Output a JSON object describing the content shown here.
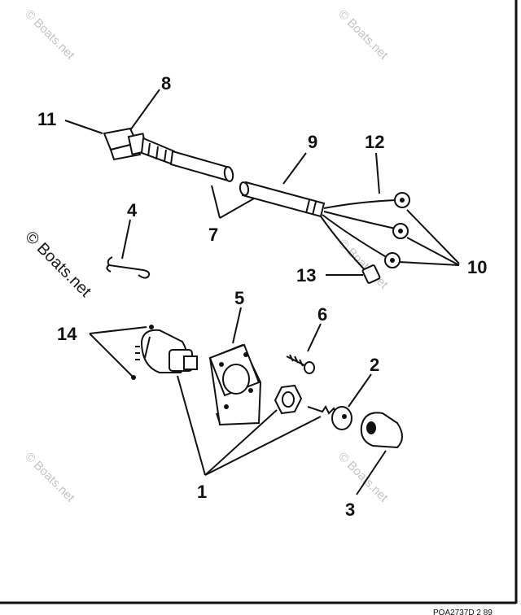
{
  "callouts": {
    "c1": "1",
    "c2": "2",
    "c3": "3",
    "c4": "4",
    "c5": "5",
    "c6": "6",
    "c7": "7",
    "c8": "8",
    "c9": "9",
    "c10": "10",
    "c11": "11",
    "c12": "12",
    "c13": "13",
    "c14": "14"
  },
  "watermark": "© Boats.net",
  "drawing_ref": "POA2737D 2 89"
}
